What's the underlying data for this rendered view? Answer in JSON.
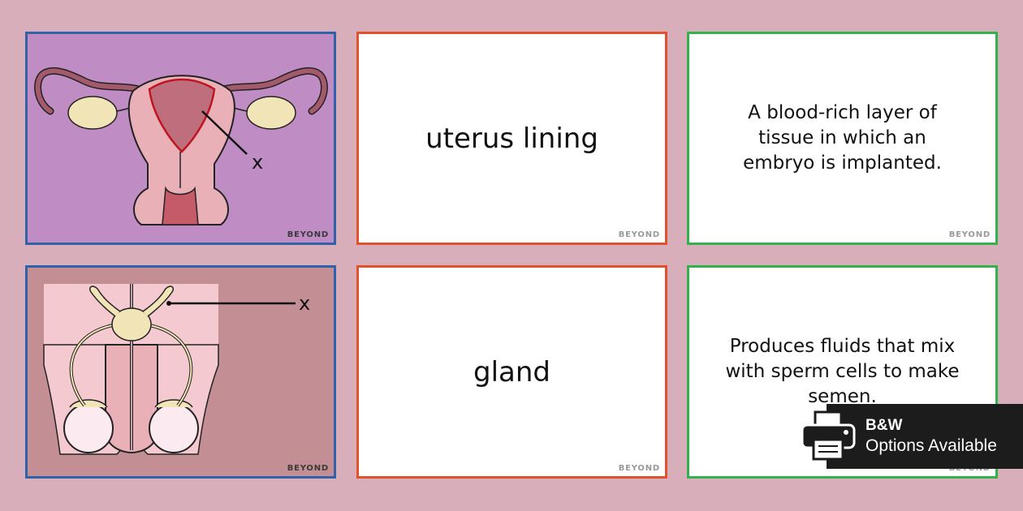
{
  "brand": "BEYOND",
  "cards": {
    "term_1": "uterus lining",
    "def_1": "A blood-rich layer of tissue in which an embryo is implanted.",
    "term_2": "gland",
    "def_2": "Produces fluids that mix with sperm cells to make semen."
  },
  "diagram_labels": {
    "uterus_marker": "x",
    "male_marker": "x"
  },
  "banner": {
    "title": "B&W",
    "subtitle": "Options Available"
  },
  "colors": {
    "blue_border": "#2f62a8",
    "orange_border": "#e1522c",
    "green_border": "#31b24b",
    "background": "#d7aeba"
  }
}
